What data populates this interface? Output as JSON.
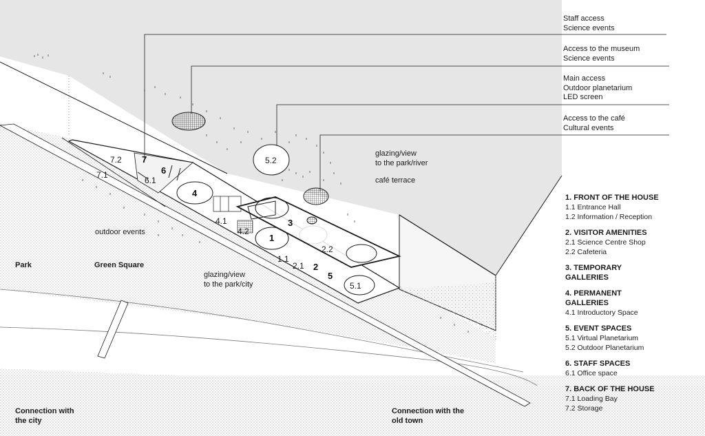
{
  "access_labels": [
    "Staff access\nScience events",
    "Access to the museum\nScience events",
    "Main access\nOutdoor planetarium\nLED screen",
    "Access to the café\nCultural events"
  ],
  "site_labels": {
    "glazing_river": "glazing/view",
    "glazing_river_2": "to the park/river",
    "cafe_terrace": "café terrace",
    "outdoor_events": "outdoor events",
    "park": "Park",
    "green_square": "Green Square",
    "glazing_city": "glazing/view",
    "glazing_city_2": "to the park/city",
    "connection_city_1": "Connection with",
    "connection_city_2": "the city",
    "connection_old_1": "Connection with the",
    "connection_old_2": "old town"
  },
  "plan_numbers": {
    "n7": "7",
    "n72": "7.2",
    "n71": "7.1",
    "n6": "6",
    "n61": "6.1",
    "n4": "4",
    "n41": "4.1",
    "n42": "4.2",
    "n3": "3",
    "n1": "1",
    "n11": "1.1",
    "n21": "2.1",
    "n2": "2",
    "n22": "2.2",
    "n5": "5",
    "n51": "5.1",
    "n52": "5.2"
  },
  "legend": [
    {
      "title": "1.  FRONT OF THE HOUSE",
      "items": [
        "1.1 Entrance Hall",
        "1.2 Information / Reception"
      ]
    },
    {
      "title": "2.  VISITOR AMENITIES",
      "items": [
        "2.1 Science Centre Shop",
        "2.2 Cafeteria"
      ]
    },
    {
      "title": "3.  TEMPORARY\nGALLERIES",
      "items": []
    },
    {
      "title": "4.  PERMANENT\nGALLERIES",
      "items": [
        "4.1 Introductory  Space"
      ]
    },
    {
      "title": "5.  EVENT SPACES",
      "items": [
        "5.1 Virtual Planetarium",
        "5.2 Outdoor Planetarium"
      ]
    },
    {
      "title": "6.  STAFF SPACES",
      "items": [
        "6.1 Office space"
      ]
    },
    {
      "title": "7.  BACK OF THE HOUSE",
      "items": [
        "7.1 Loading Bay",
        "7.2 Storage"
      ]
    }
  ],
  "colors": {
    "roof": "#e6e6e6",
    "stipple": "#8a8a8a",
    "line": "#1a1a1a"
  }
}
